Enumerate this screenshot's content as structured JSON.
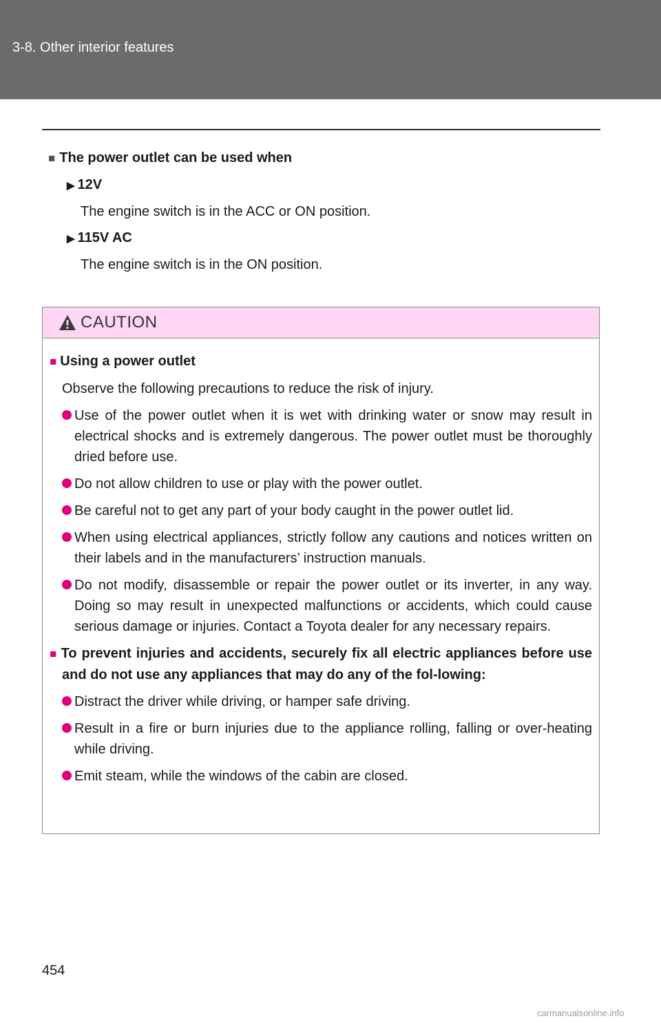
{
  "header": {
    "section_title": "3-8. Other interior features"
  },
  "section": {
    "heading": "The power outlet can be used when",
    "items": [
      {
        "label": "12V",
        "text": "The engine switch is in the ACC or ON position."
      },
      {
        "label": "115V AC",
        "text": "The engine switch is in the ON position."
      }
    ]
  },
  "caution": {
    "title": "CAUTION",
    "groups": [
      {
        "heading": "Using a power outlet",
        "intro": "Observe the following precautions to reduce the risk of injury.",
        "bullets": [
          "Use of the power outlet when it is wet with drinking water or snow may result in electrical shocks and is extremely dangerous. The power outlet must be thoroughly dried before use.",
          "Do not allow children to use or play with the power outlet.",
          "Be careful not to get any part of your body caught in the power outlet lid.",
          "When using electrical appliances, strictly follow any cautions and notices written on their labels and in the manufacturers’ instruction manuals.",
          "Do not modify, disassemble or repair the power outlet or its inverter, in any way. Doing so may result in unexpected malfunctions or accidents, which could cause serious damage or injuries. Contact a Toyota dealer for any necessary repairs."
        ]
      },
      {
        "heading": "To prevent injuries and accidents, securely fix all electric appliances before use and do not use any appliances that may do any of the fol-lowing:",
        "bullets": [
          "Distract the driver while driving, or hamper safe driving.",
          "Result in a fire or burn injuries due to the appliance rolling, falling or over-heating while driving.",
          "Emit steam, while the windows of the cabin are closed."
        ]
      }
    ]
  },
  "footer": {
    "page_number": "454",
    "watermark": "carmanualsonline.info"
  },
  "colors": {
    "header_bg": "#6b6b6b",
    "caution_bg": "#ffd6f4",
    "accent": "#e0007f"
  },
  "icons": {
    "caution": "warning-triangle-icon",
    "sub_item": "arrow-right-icon",
    "bullet": "pink-dot-icon"
  }
}
